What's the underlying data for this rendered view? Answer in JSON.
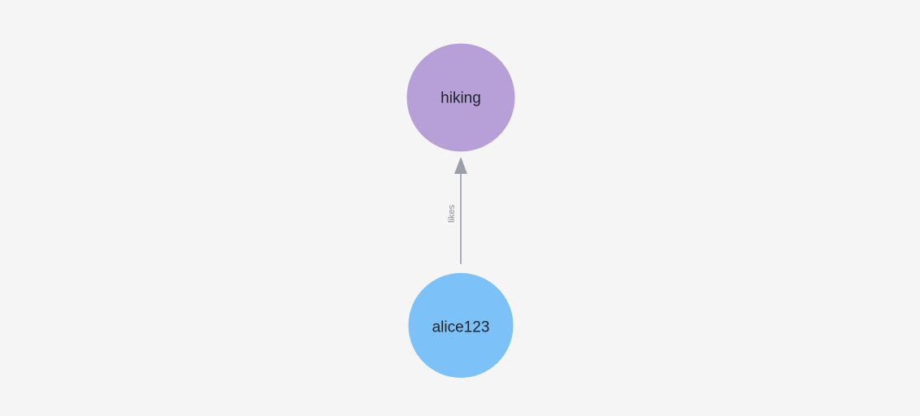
{
  "canvas": {
    "background_color": "#f5f5f6"
  },
  "graph": {
    "nodes": [
      {
        "id": "hiking",
        "label": "hiking",
        "color": "#b7a0d8",
        "text_color": "#20242a"
      },
      {
        "id": "alice123",
        "label": "alice123",
        "color": "#7cc1f7",
        "text_color": "#20242a"
      }
    ],
    "edges": [
      {
        "label": "likes",
        "from": "alice123",
        "to": "hiking",
        "directed": true,
        "line_color": "#a8acb4",
        "arrowhead_color": "#9aa0a9",
        "label_color": "#8a8d92"
      }
    ]
  }
}
